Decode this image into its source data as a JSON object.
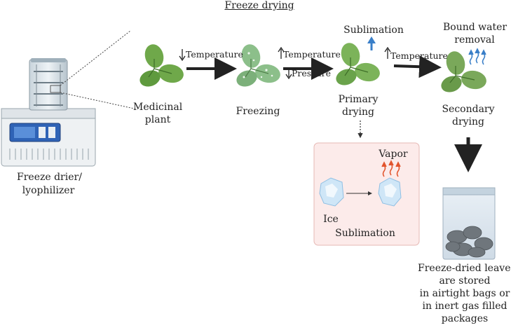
{
  "title": "Freeze drying",
  "machine_label_1": "Freeze drier/",
  "machine_label_2": "lyophilizer",
  "stages": {
    "medicinal_1": "Medicinal",
    "medicinal_2": "plant",
    "freezing": "Freezing",
    "primary_1": "Primary",
    "primary_2": "drying",
    "secondary_1": "Secondary",
    "secondary_2": "drying"
  },
  "arrows": {
    "temp_down": "Temperature",
    "temp_up_1": "Temperature",
    "pressure_down": "Pressure",
    "temp_up_2": "Temperature"
  },
  "sublimation_top": "Sublimation",
  "bound_water_1": "Bound water",
  "bound_water_2": "removal",
  "panel": {
    "vapor": "Vapor",
    "ice": "Ice",
    "sublimation": "Sublimation"
  },
  "storage": {
    "line1": "Freeze-dried leaves",
    "line2": "are stored",
    "line3": "in airtight bags or",
    "line4": "in inert gas filled",
    "line5": "packages"
  },
  "colors": {
    "leaf_fresh": "#6fa84a",
    "leaf_frozen": "#8cbf8a",
    "leaf_dried": "#7aa85a",
    "vapor_red": "#e2552e",
    "vapor_blue": "#3a7fc8",
    "panel_bg": "#fcebea"
  }
}
